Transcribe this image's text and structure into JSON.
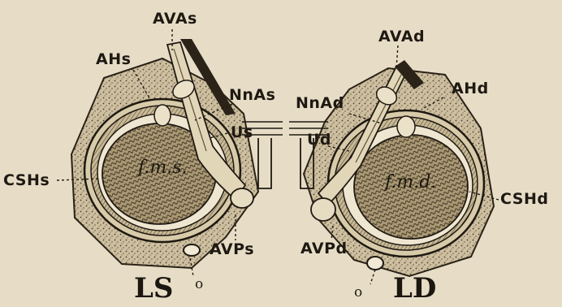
{
  "figure": {
    "left_heart": {
      "label": "LS",
      "cavity_label": "f.m.s.",
      "parts": {
        "aorta": "AVAs",
        "atrium_hollow": "AHs",
        "nerves": "NnAs",
        "u_mark": "Us",
        "csh": "CSHs",
        "valve": "AVPs",
        "opening": "o"
      }
    },
    "right_heart": {
      "label": "LD",
      "cavity_label": "f.m.d.",
      "parts": {
        "aorta": "AVAd",
        "atrium_hollow": "AHd",
        "nerves": "NnAd",
        "u_mark": "Ud",
        "csh": "CSHd",
        "valve": "AVPd",
        "opening": "o"
      }
    }
  },
  "colors": {
    "paper": "#e7ddc6",
    "ink": "#221c14",
    "tissue": "#b9ab8e"
  }
}
